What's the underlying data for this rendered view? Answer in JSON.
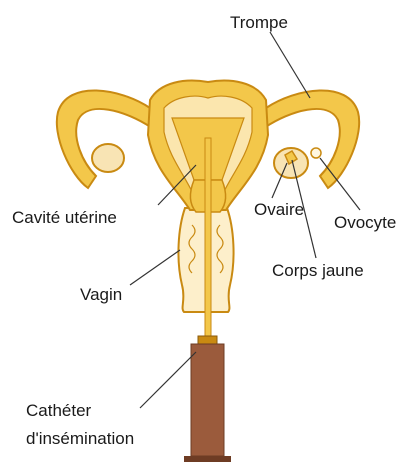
{
  "diagram": {
    "labels": {
      "trompe": "Trompe",
      "cavite": "Cavité utérine",
      "ovaire": "Ovaire",
      "ovocyte": "Ovocyte",
      "vagin": "Vagin",
      "corps_jaune": "Corps jaune",
      "catheter_line1": "Cathéter",
      "catheter_line2": "d'insémination"
    },
    "colors": {
      "outline": "#c98a12",
      "uterus_fill": "#f3c74a",
      "body_fill": "#fbe6ae",
      "vagina_fill": "#fdefcb",
      "ovary_fill": "#f8e4b4",
      "catheter": "#9b5b3c",
      "catheter_dark": "#6e3c24",
      "leader": "#333333"
    }
  }
}
